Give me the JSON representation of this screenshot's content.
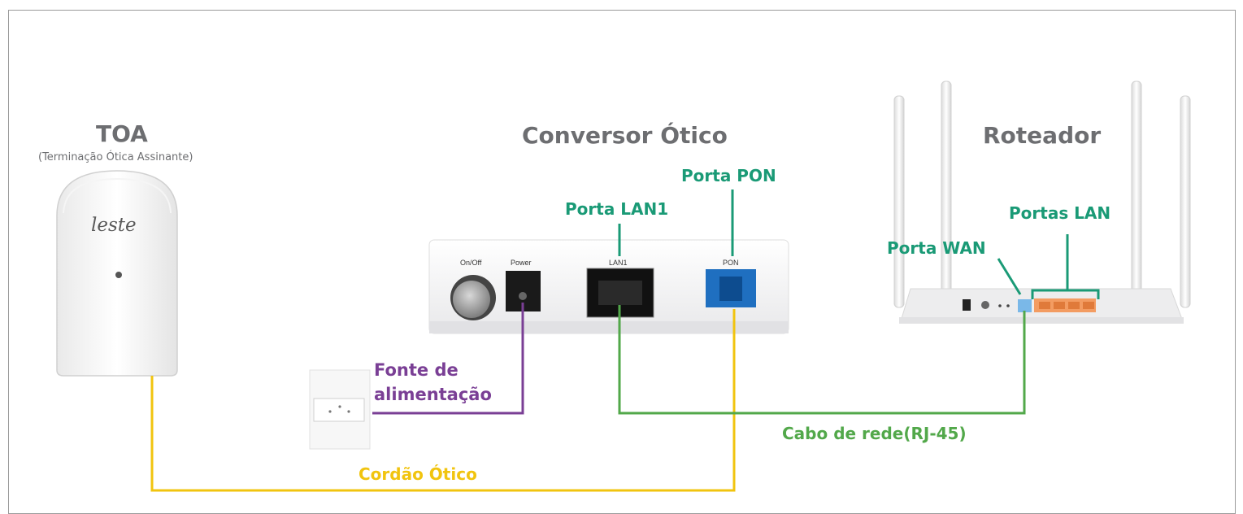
{
  "devices": {
    "toa": {
      "title": "TOA",
      "subtitle": "(Terminação Ótica Assinante)",
      "logo": "leste"
    },
    "converter": {
      "title": "Conversor Ótico",
      "ports": [
        "On/Off",
        "Power",
        "LAN1",
        "PON"
      ]
    },
    "router": {
      "title": "Roteador"
    }
  },
  "labels": {
    "porta_pon": "Porta PON",
    "porta_lan1": "Porta LAN1",
    "portas_lan": "Portas LAN",
    "porta_wan": "Porta WAN",
    "fonte": "Fonte de alimentação",
    "cabo_rede": "Cabo de rede(RJ-45)",
    "cordao_otico": "Cordão Ótico"
  },
  "colors": {
    "title_gray": "#6d6e71",
    "port_label_green": "#1a9a76",
    "power_purple": "#7a3f95",
    "network_cable_green": "#52a84a",
    "optical_cord_yellow": "#f1c40f",
    "pon_blue": "#1f6fc0",
    "lan_orange": "#f39c62"
  }
}
